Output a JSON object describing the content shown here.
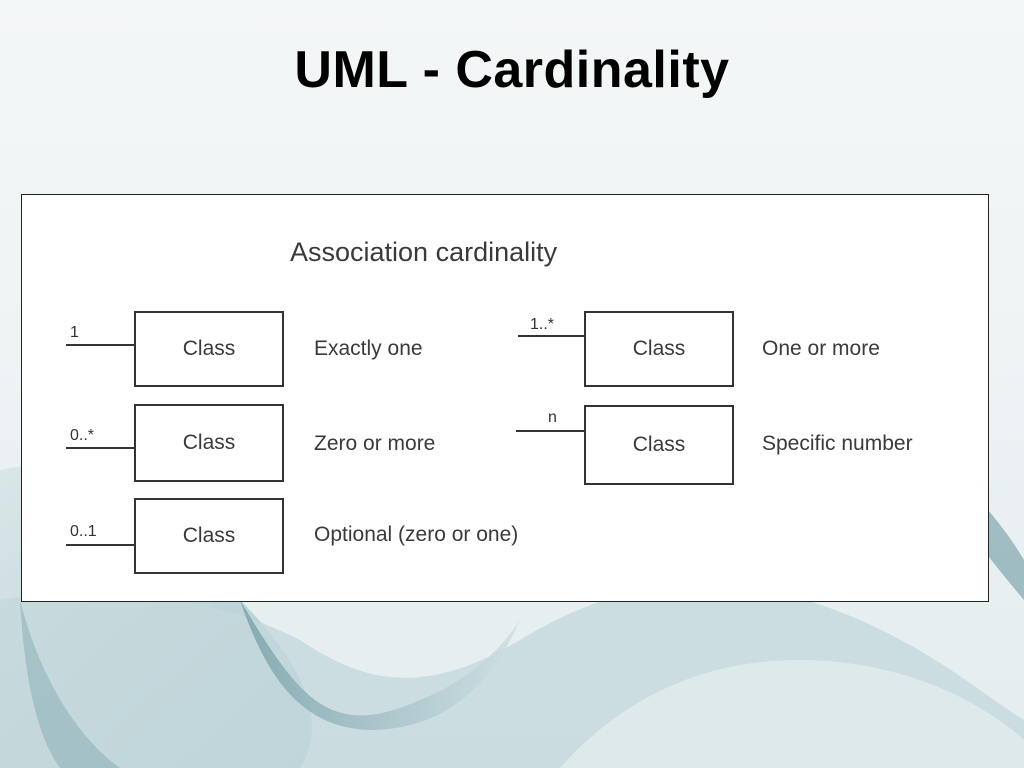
{
  "slide": {
    "title": "UML - Cardinality"
  },
  "diagram": {
    "heading": "Association cardinality",
    "class_label": "Class",
    "rows": [
      {
        "multiplicity": "1",
        "description": "Exactly one"
      },
      {
        "multiplicity": "0..*",
        "description": "Zero or more"
      },
      {
        "multiplicity": "0..1",
        "description": "Optional (zero or one)"
      },
      {
        "multiplicity": "1..*",
        "description": "One or more"
      },
      {
        "multiplicity": "n",
        "description": "Specific number"
      }
    ]
  },
  "colors": {
    "title": "#000000",
    "diagram_text": "#3a3a3a",
    "lines": "#333333",
    "wave_dark": "#5f8e98",
    "wave_light": "#c9dadd"
  }
}
